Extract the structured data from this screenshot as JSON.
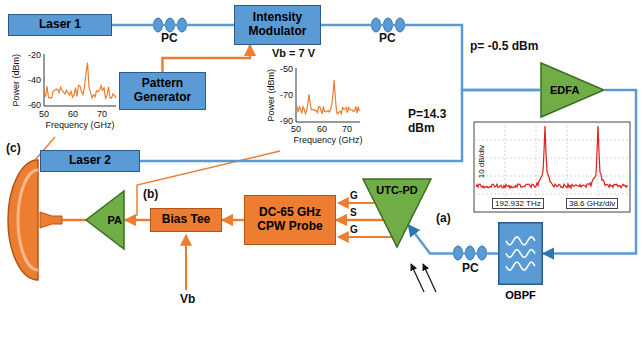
{
  "diagram": {
    "nodes": [
      {
        "text": [
          "Laser 1"
        ]
      },
      {
        "text": [
          "Intensity Modulator"
        ]
      },
      {
        "text": [
          "Pattern Generator"
        ]
      },
      {
        "text": [
          "Laser 2"
        ]
      },
      {
        "text": [
          "EDFA"
        ]
      },
      {
        "text": [
          "OBPF"
        ]
      },
      {
        "text": [
          "UTC-PD"
        ]
      },
      {
        "text": [
          "DC-65 GHz CPW Probe"
        ]
      },
      {
        "text": [
          "Bias Tee"
        ]
      },
      {
        "text": [
          "PA"
        ]
      }
    ],
    "edges": [
      {
        "from": 0,
        "to": 1,
        "arrow": "none"
      },
      {
        "from": 2,
        "to": 1,
        "arrow": "to"
      },
      {
        "from": 1,
        "to": 4,
        "arrow": "none"
      },
      {
        "from": 3,
        "to": 4,
        "arrow": "none"
      },
      {
        "from": 4,
        "to": 5,
        "arrow": "to"
      },
      {
        "from": 5,
        "to": 6,
        "arrow": "to"
      },
      {
        "from": 6,
        "to": 7,
        "arrow": "to"
      },
      {
        "from": 7,
        "to": 8,
        "arrow": "to"
      },
      {
        "from": 8,
        "to": 9,
        "arrow": "to"
      }
    ],
    "labels": [
      "PC",
      "Vb = 7 V",
      "PC",
      "p= -0.5 dBm",
      "-20",
      "-40",
      "-60",
      "50",
      "60",
      "70",
      "Frequency (GHz)",
      "Power (dBm)",
      "(c)",
      "Power (dBm)",
      "-50",
      "-70",
      "-90",
      "50",
      "60",
      "70",
      "Frequency (GHz)",
      "(b)",
      "10 dB/div",
      "192.932 THz",
      "38.6 GHz/div",
      "P=14.3 dBm",
      "PC",
      "(a)",
      "G",
      "S",
      "G",
      "Vb"
    ]
  }
}
